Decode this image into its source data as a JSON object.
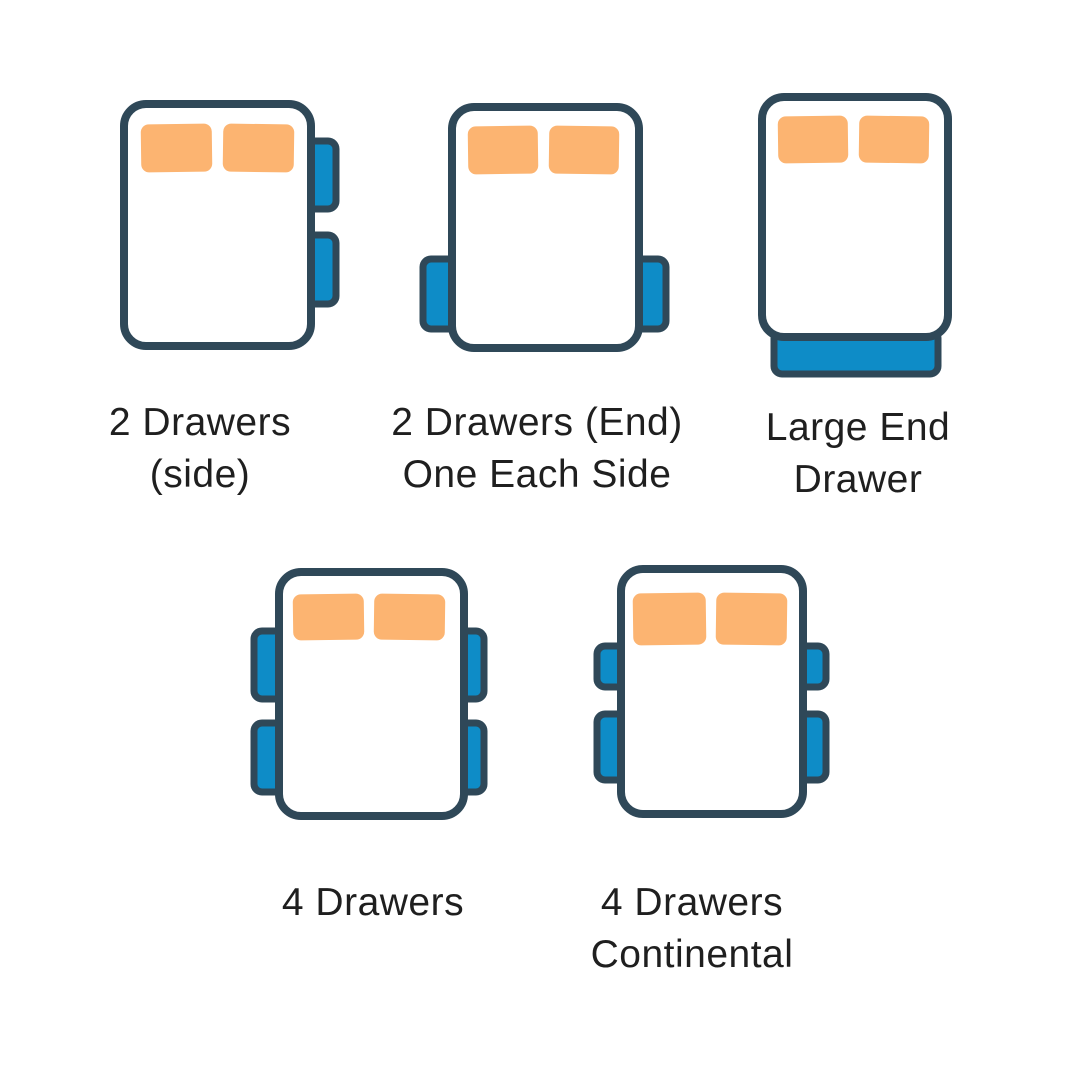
{
  "canvas": {
    "background": "#ffffff"
  },
  "colors": {
    "outline": "#2f4858",
    "drawer_fill": "#0e8cc7",
    "pillow_fill": "#fcb471",
    "bed_fill": "#ffffff",
    "label_text": "#1f1f1f"
  },
  "figures": [
    {
      "id": "two-drawers-side",
      "icon": "bed-top-view-two-drawers-right-side-icon",
      "caption": {
        "line1": "2 Drawers",
        "line2": "(side)"
      },
      "drawer_count": "2",
      "drawer_placement": "two on right side"
    },
    {
      "id": "two-drawers-end-one-each-side",
      "icon": "bed-top-view-one-drawer-each-side-icon",
      "caption": {
        "line1": "2 Drawers (End)",
        "line2": "One Each Side"
      },
      "drawer_count": "2",
      "drawer_placement": "one each side near foot end"
    },
    {
      "id": "large-end-drawer",
      "icon": "bed-top-view-large-end-drawer-icon",
      "caption": {
        "line1": "Large End",
        "line2": "Drawer"
      },
      "drawer_count": "1",
      "drawer_placement": "large drawer across foot end"
    },
    {
      "id": "four-drawers",
      "icon": "bed-top-view-two-drawers-each-side-icon",
      "caption": {
        "line1": "4 Drawers",
        "line2": ""
      },
      "drawer_count": "4",
      "drawer_placement": "two each side, equal size"
    },
    {
      "id": "four-drawers-continental",
      "icon": "bed-top-view-continental-drawers-icon",
      "caption": {
        "line1": "4 Drawers",
        "line2": "Continental"
      },
      "drawer_count": "4",
      "drawer_placement": "two each side, smaller upper drawers"
    }
  ]
}
